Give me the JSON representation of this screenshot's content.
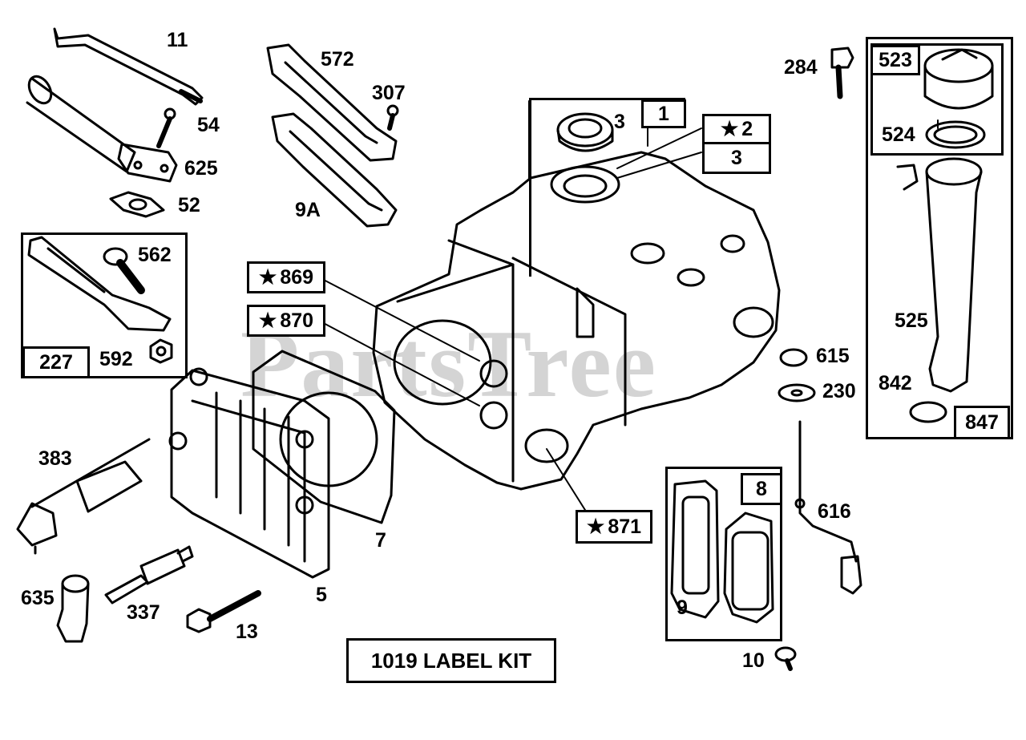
{
  "diagram": {
    "watermark": "PartsTree",
    "kit_label": "1019 LABEL KIT",
    "star": "★",
    "labels": {
      "p11": "11",
      "p54": "54",
      "p625": "625",
      "p52": "52",
      "p572": "572",
      "p307": "307",
      "p9a": "9A",
      "p3_seal": "3",
      "p1": "1",
      "p2": "2",
      "p3_box": "3",
      "p284": "284",
      "p523": "523",
      "p524": "524",
      "p525": "525",
      "p842": "842",
      "p847": "847",
      "p562": "562",
      "p227": "227",
      "p592": "592",
      "p869": "869",
      "p870": "870",
      "p871": "871",
      "p615": "615",
      "p230": "230",
      "p383": "383",
      "p635": "635",
      "p337": "337",
      "p13": "13",
      "p5": "5",
      "p7": "7",
      "p8": "8",
      "p9": "9",
      "p10": "10",
      "p616": "616"
    }
  }
}
